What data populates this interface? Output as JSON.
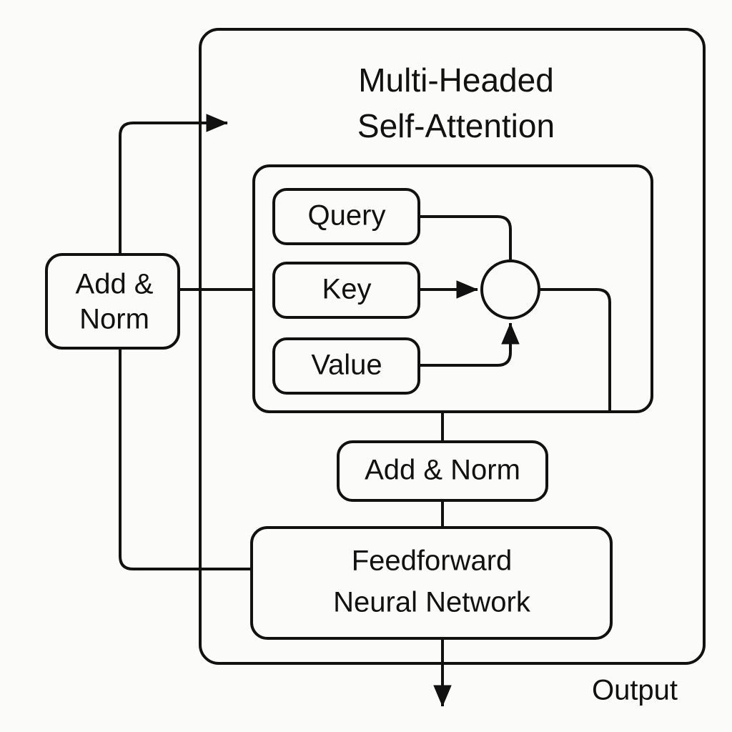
{
  "diagram": {
    "title_line1": "Multi-Headed",
    "title_line2": "Self-Attention",
    "output_label": "Output",
    "colors": {
      "stroke": "#111111",
      "background": "#fbfbfa",
      "fill": "#fbfbfa"
    },
    "nodes": {
      "add_norm_left_line1": "Add &",
      "add_norm_left_line2": "Norm",
      "query": "Query",
      "key": "Key",
      "value": "Value",
      "add_norm_bottom": "Add & Norm",
      "feedforward_line1": "Feedforward",
      "feedforward_line2": "Neural Network"
    },
    "edges": [
      {
        "from": "add-norm-left",
        "to": "multi-headed-self-attention-block",
        "arrow": true
      },
      {
        "from": "add-norm-left",
        "to": "qkv-group",
        "arrow": false
      },
      {
        "from": "query",
        "to": "combine-node",
        "arrow": false
      },
      {
        "from": "key",
        "to": "combine-node",
        "arrow": true
      },
      {
        "from": "value",
        "to": "combine-node",
        "arrow": true
      },
      {
        "from": "combine-node",
        "to": "add-norm-bottom",
        "arrow": false
      },
      {
        "from": "add-norm-bottom",
        "to": "feedforward",
        "arrow": false
      },
      {
        "from": "feedforward",
        "to": "add-norm-left",
        "arrow": false
      },
      {
        "from": "feedforward",
        "to": "output",
        "arrow": true
      }
    ]
  }
}
